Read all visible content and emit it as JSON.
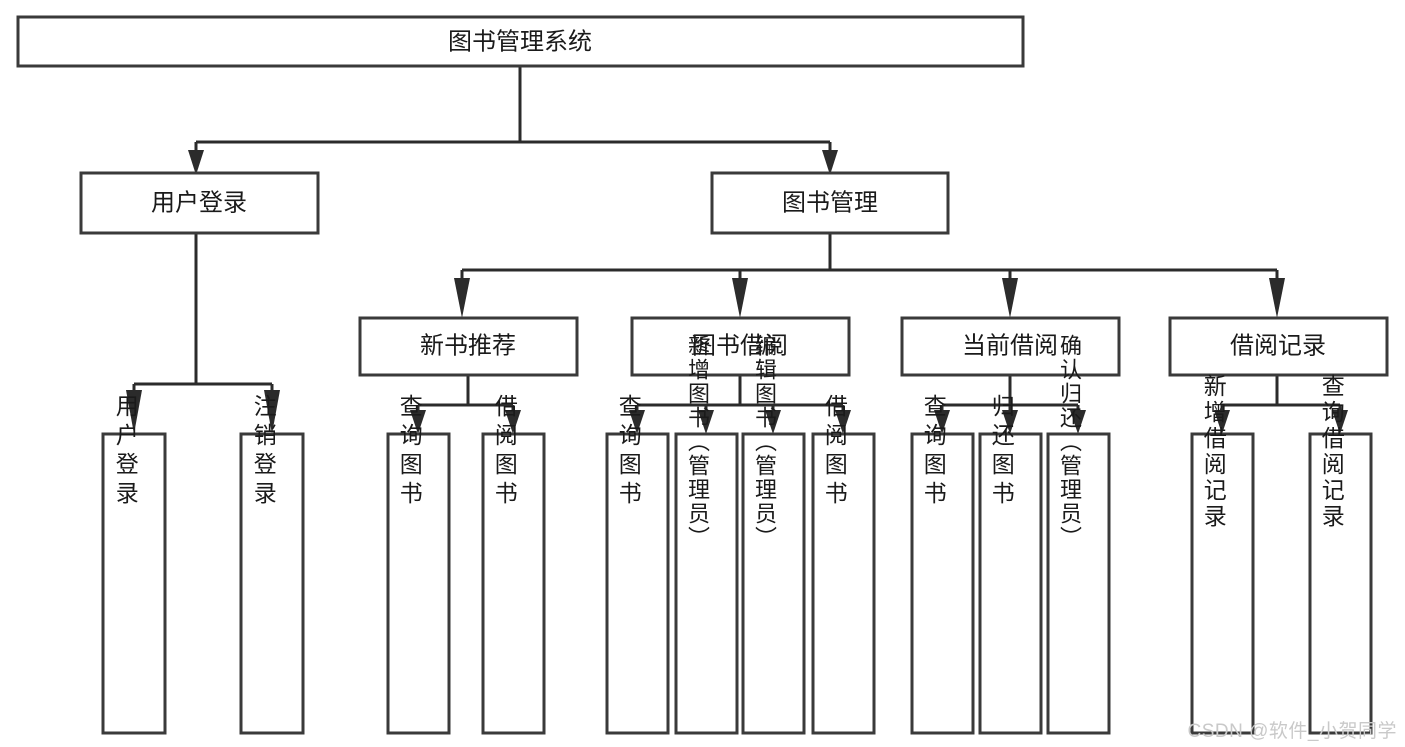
{
  "diagram": {
    "type": "tree-hierarchy-diagram",
    "title": "图书管理系统",
    "watermark": "CSDN @软件_小贺同学",
    "colors": {
      "box_stroke": "#3a3a3a",
      "edge_stroke": "#2b2b2b",
      "box_fill": "#ffffff",
      "text": "#1a1a1a",
      "watermark": "#c9c9c9",
      "background": "#ffffff"
    },
    "nodes": {
      "root": {
        "label": "图书管理系统",
        "level": 0,
        "orientation": "horizontal"
      },
      "level1": [
        {
          "id": "user-login",
          "label": "用户登录",
          "orientation": "horizontal"
        },
        {
          "id": "book-manage",
          "label": "图书管理",
          "orientation": "horizontal"
        }
      ],
      "level2": [
        {
          "id": "new-book-recommend",
          "label": "新书推荐",
          "orientation": "horizontal",
          "parent": "book-manage"
        },
        {
          "id": "book-borrow",
          "label": "图书借阅",
          "orientation": "horizontal",
          "parent": "book-manage"
        },
        {
          "id": "current-borrow",
          "label": "当前借阅",
          "orientation": "horizontal",
          "parent": "book-manage"
        },
        {
          "id": "borrow-record",
          "label": "借阅记录",
          "orientation": "horizontal",
          "parent": "book-manage"
        }
      ],
      "leaves": [
        {
          "id": "leaf-user-login",
          "label": "用户登录",
          "orientation": "vertical",
          "parent": "user-login"
        },
        {
          "id": "leaf-logout-login",
          "label": "注销登录",
          "orientation": "vertical",
          "parent": "user-login"
        },
        {
          "id": "leaf-query-book-1",
          "label": "查询图书",
          "orientation": "vertical",
          "parent": "new-book-recommend"
        },
        {
          "id": "leaf-borrow-book-1",
          "label": "借阅图书",
          "orientation": "vertical",
          "parent": "new-book-recommend"
        },
        {
          "id": "leaf-query-book-2",
          "label": "查询图书",
          "orientation": "vertical",
          "parent": "book-borrow"
        },
        {
          "id": "leaf-add-book",
          "label": "新增图书（管理员）",
          "orientation": "vertical",
          "parent": "book-borrow"
        },
        {
          "id": "leaf-edit-book",
          "label": "编辑图书（管理员）",
          "orientation": "vertical",
          "parent": "book-borrow"
        },
        {
          "id": "leaf-borrow-book-2",
          "label": "借阅图书",
          "orientation": "vertical",
          "parent": "book-borrow"
        },
        {
          "id": "leaf-query-book-3",
          "label": "查询图书",
          "orientation": "vertical",
          "parent": "current-borrow"
        },
        {
          "id": "leaf-return-book",
          "label": "归还图书",
          "orientation": "vertical",
          "parent": "current-borrow"
        },
        {
          "id": "leaf-confirm-return",
          "label": "确认归还（管理员）",
          "orientation": "vertical",
          "parent": "current-borrow"
        },
        {
          "id": "leaf-add-record",
          "label": "新增借阅记录",
          "orientation": "vertical",
          "parent": "borrow-record"
        },
        {
          "id": "leaf-query-record",
          "label": "查询借阅记录",
          "orientation": "vertical",
          "parent": "borrow-record"
        }
      ]
    }
  }
}
